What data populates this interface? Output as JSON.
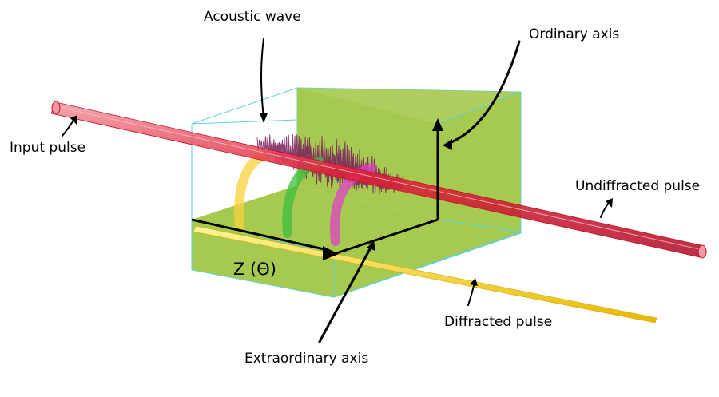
{
  "labels": {
    "acoustic_wave": "Acoustic wave",
    "ordinary_axis": "Ordinary axis",
    "input_pulse": "Input pulse",
    "undiffracted_pulse": "Undiffracted pulse",
    "diffracted_pulse": "Diffracted pulse",
    "extraordinary_axis": "Extraordinary axis",
    "z_axis": "Z (Θ)"
  },
  "colors": {
    "crystal_fill": "#a6c94f",
    "crystal_edge": "#5fd3d3",
    "input_beam": "#e0243a",
    "diffracted_beam": "#f2cf1e",
    "acoustic_wave": "#7a1f5c",
    "arc_yellow": "#f5d23a",
    "arc_green": "#3cbf3c",
    "arc_magenta": "#e040c8",
    "arrows": "#000000"
  },
  "icons": [
    "curved-arrow-icon",
    "axis-arrow-icon"
  ]
}
